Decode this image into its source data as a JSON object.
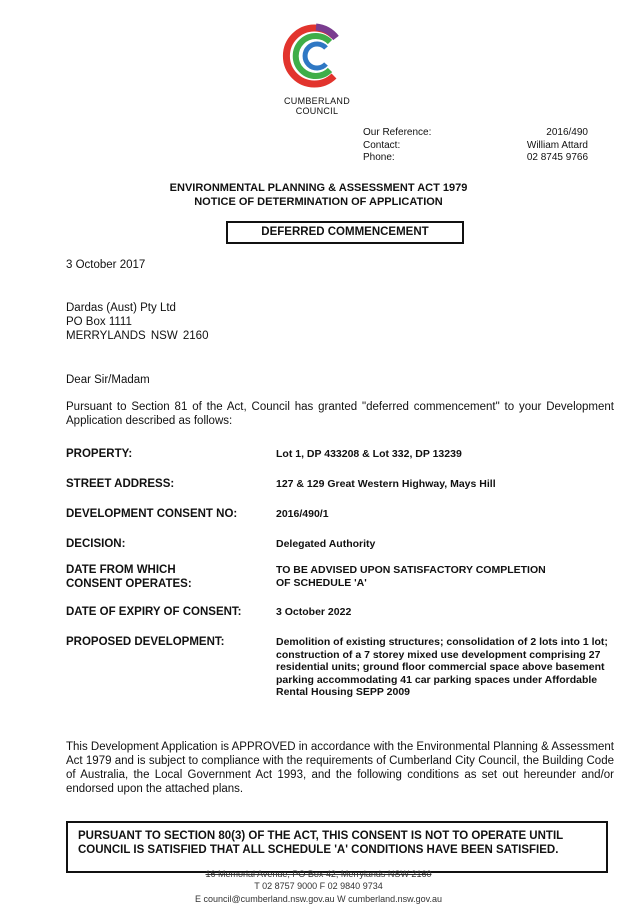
{
  "header": {
    "council_name_line1": "CUMBERLAND",
    "council_name_line2": "COUNCIL",
    "reference_label": "Our Reference:",
    "reference_value": "2016/490",
    "contact_label": "Contact:",
    "contact_value": "William Attard",
    "phone_label": "Phone:",
    "phone_value": "02 8745 9766"
  },
  "title": {
    "line1": "ENVIRONMENTAL PLANNING & ASSESSMENT ACT 1979",
    "line2": "NOTICE OF DETERMINATION OF APPLICATION",
    "boxed": "DEFERRED COMMENCEMENT"
  },
  "letter": {
    "date": "3 October 2017",
    "address_line1": "Dardas (Aust) Pty Ltd",
    "address_line2": "PO Box 1111",
    "address_line3": "MERRYLANDS  NSW  2160",
    "salutation": "Dear Sir/Madam",
    "intro": "Pursuant to Section 81 of the Act, Council has granted \"deferred commencement\" to your Development Application described as follows:"
  },
  "details": [
    {
      "label": "PROPERTY:",
      "value": "Lot 1, DP 433208 & Lot 332, DP 13239"
    },
    {
      "label": "STREET ADDRESS:",
      "value": "127 & 129 Great Western Highway, Mays Hill"
    },
    {
      "label": "DEVELOPMENT CONSENT NO:",
      "value": "2016/490/1"
    },
    {
      "label": "DECISION:",
      "value": "Delegated Authority"
    },
    {
      "label": "DATE FROM WHICH CONSENT OPERATES:",
      "value": "TO BE ADVISED UPON SATISFACTORY COMPLETION OF SCHEDULE 'A'"
    },
    {
      "label": "DATE OF EXPIRY OF CONSENT:",
      "value": "3 October 2022"
    },
    {
      "label": "PROPOSED DEVELOPMENT:",
      "value": "Demolition of existing structures; consolidation of 2 lots into 1 lot; construction of a 7 storey mixed use development comprising 27 residential units; ground floor commercial space above basement parking accommodating 41 car parking spaces under Affordable Rental Housing SEPP 2009"
    }
  ],
  "approval_paragraph": "This Development Application is APPROVED in accordance with the Environmental Planning & Assessment Act 1979 and is subject to compliance with the requirements of Cumberland City Council, the Building Code of Australia, the Local Government Act 1993, and the following conditions as set out hereunder and/or endorsed upon the attached plans.",
  "notice_box": "PURSUANT TO SECTION 80(3) OF THE ACT, THIS CONSENT IS NOT TO OPERATE UNTIL COUNCIL IS SATISFIED THAT ALL SCHEDULE 'A' CONDITIONS HAVE BEEN SATISFIED.",
  "footer": {
    "address": "16 Memorial Avenue, PO Box 42, Merrylands NSW 2160",
    "phones": "T 02 8757 9000   F 02 9840 9734",
    "contact": "E council@cumberland.nsw.gov.au   W cumberland.nsw.gov.au"
  },
  "colors": {
    "logo_red": "#e2342d",
    "logo_green": "#3fae49",
    "logo_blue": "#2f78c4",
    "logo_purple": "#7a3c8f"
  }
}
